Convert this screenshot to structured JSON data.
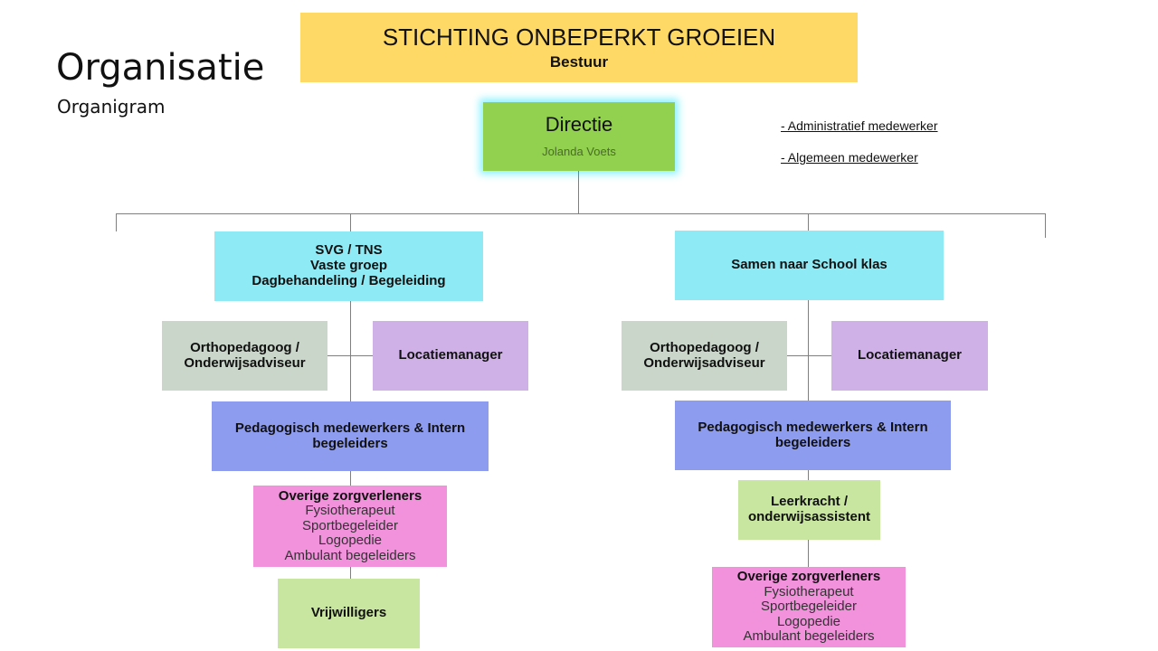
{
  "page": {
    "title": "Organisatie",
    "subtitle": "Organigram"
  },
  "board": {
    "name": "STICHTING ONBEPERKT GROEIEN",
    "label": "Bestuur"
  },
  "directie": {
    "title": "Directie",
    "person": "Jolanda Voets"
  },
  "staff": [
    "- Administratief medewerker",
    "- Algemeen medewerker"
  ],
  "left": {
    "unit": [
      "SVG / TNS",
      "Vaste groep",
      "Dagbehandeling / Begeleiding"
    ],
    "ortho": "Orthopedagoog / Onderwijsadviseur",
    "locatie": "Locatiemanager",
    "pedagogisch": "Pedagogisch medewerkers & Intern begeleiders",
    "overige": {
      "title": "Overige zorgverleners",
      "items": [
        "Fysiotherapeut",
        "Sportbegeleider",
        "Logopedie",
        "Ambulant begeleiders"
      ]
    },
    "vrijwilligers": "Vrijwilligers"
  },
  "right": {
    "unit": "Samen naar School klas",
    "ortho": "Orthopedagoog / Onderwijsadviseur",
    "locatie": "Locatiemanager",
    "pedagogisch": "Pedagogisch medewerkers & Intern begeleiders",
    "leerkracht": "Leerkracht / onderwijsassistent",
    "overige": {
      "title": "Overige zorgverleners",
      "items": [
        "Fysiotherapeut",
        "Sportbegeleider",
        "Logopedie",
        "Ambulant begeleiders"
      ]
    }
  },
  "colors": {
    "board": "#ffd966",
    "directie": "#92d050",
    "unit": "#8eebf5",
    "ortho": "#c9d6c9",
    "locatie": "#cfb1e8",
    "pedagogisch": "#8e9cf0",
    "overige": "#f291dc",
    "green_light": "#c8e6a0",
    "connector": "#7f7f7f"
  }
}
